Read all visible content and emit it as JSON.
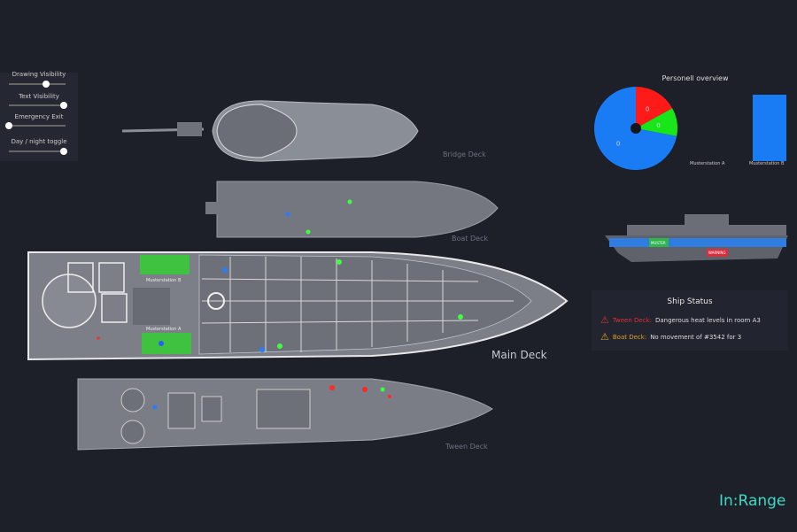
{
  "controls": [
    {
      "label": "Drawing Visibility",
      "value": 0.65
    },
    {
      "label": "Text Visibility",
      "value": 0.95
    },
    {
      "label": "Emergency Exit",
      "value": 0.0
    },
    {
      "label": "Day / night toggle",
      "value": 0.95
    }
  ],
  "decks": {
    "bridge": "Bridge Deck",
    "boat": "Boat Deck",
    "main": "Main Deck",
    "tween": "Tween Deck",
    "main_rooms": {
      "muster_b": "Musterstation B",
      "muster_a": "Musterstation A"
    }
  },
  "personnel": {
    "title": "Personell overview",
    "slices": [
      {
        "label": "0",
        "fraction": 0.17,
        "color": "#ff1a1a"
      },
      {
        "label": "0",
        "fraction": 0.11,
        "color": "#19e619"
      },
      {
        "label": "0",
        "fraction": 0.72,
        "color": "#1a7cf5"
      }
    ],
    "bars": [
      {
        "label": "Musterstation A",
        "value": 0,
        "color": "#1a7cf5"
      },
      {
        "label": "Musterstation B",
        "value": 1,
        "color": "#1a7cf5"
      }
    ]
  },
  "side_view": {
    "tag_green": "MUSTER",
    "tag_red": "WARNING"
  },
  "ship_status": {
    "title": "Ship Status",
    "alerts": [
      {
        "deck": "Tween Deck:",
        "message": "Dangerous heat levels in room A3",
        "color": "#e0303a"
      },
      {
        "deck": "Boat Deck:",
        "message": "No movement of #3542 for 3",
        "color": "#e0a020"
      }
    ]
  },
  "brand": "In:Range"
}
